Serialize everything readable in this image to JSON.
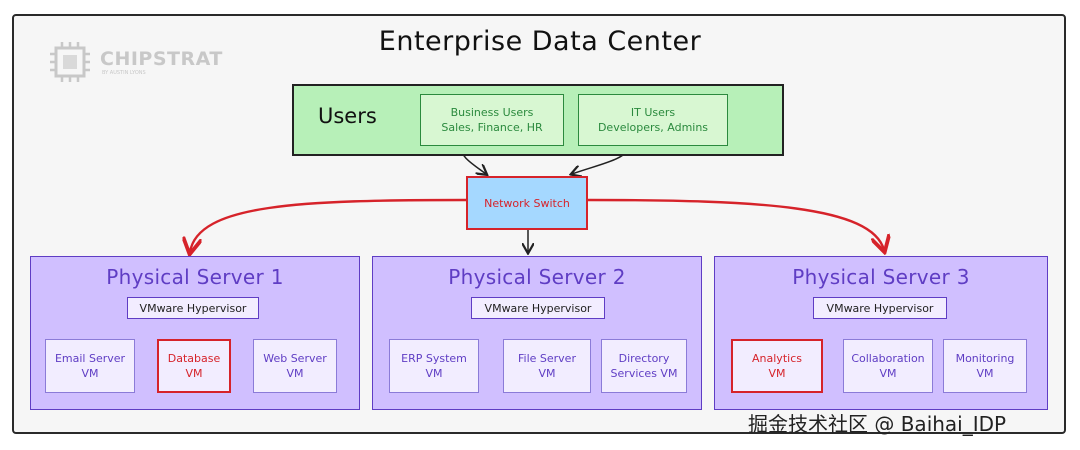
{
  "title": "Enterprise Data Center",
  "logo": {
    "name": "CHIPSTRAT",
    "tagline": "BY AUSTIN LYONS"
  },
  "users": {
    "label": "Users",
    "groups": [
      {
        "line1": "Business Users",
        "line2": "Sales, Finance, HR"
      },
      {
        "line1": "IT Users",
        "line2": "Developers, Admins"
      }
    ]
  },
  "switch": {
    "label": "Network Switch"
  },
  "servers": [
    {
      "title": "Physical Server 1",
      "hypervisor": "VMware Hypervisor",
      "vms": [
        {
          "line1": "Email Server",
          "line2": "VM",
          "highlight": false
        },
        {
          "line1": "Database",
          "line2": "VM",
          "highlight": true
        },
        {
          "line1": "Web Server",
          "line2": "VM",
          "highlight": false
        }
      ]
    },
    {
      "title": "Physical Server 2",
      "hypervisor": "VMware Hypervisor",
      "vms": [
        {
          "line1": "ERP System",
          "line2": "VM",
          "highlight": false
        },
        {
          "line1": "File Server",
          "line2": "VM",
          "highlight": false
        },
        {
          "line1": "Directory",
          "line2": "Services VM",
          "highlight": false
        }
      ]
    },
    {
      "title": "Physical Server 3",
      "hypervisor": "VMware Hypervisor",
      "vms": [
        {
          "line1": "Analytics",
          "line2": "VM",
          "highlight": true
        },
        {
          "line1": "Collaboration",
          "line2": "VM",
          "highlight": false
        },
        {
          "line1": "Monitoring",
          "line2": "VM",
          "highlight": false
        }
      ]
    }
  ],
  "watermark": "掘金技术社区 @ Baihai_IDP",
  "colors": {
    "users_fill": "#b7f0b8",
    "users_text": "#2b8a3e",
    "switch_fill": "#a5d8ff",
    "highlight": "#d6232a",
    "server_fill": "#d0bfff",
    "server_text": "#5f3dc4",
    "vm_fill": "#f2edff"
  }
}
